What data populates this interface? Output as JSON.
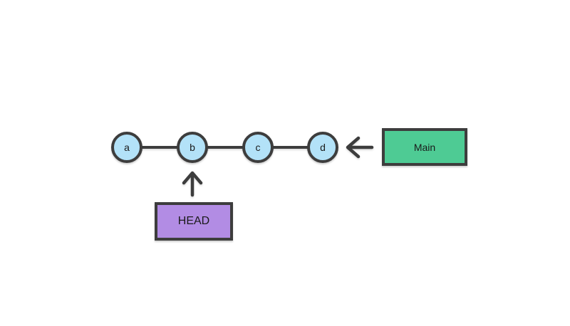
{
  "diagram": {
    "type": "git-commit-graph",
    "background": "#ffffff",
    "nodes": [
      {
        "id": "a",
        "label": "a"
      },
      {
        "id": "b",
        "label": "b"
      },
      {
        "id": "c",
        "label": "c"
      },
      {
        "id": "d",
        "label": "d"
      }
    ],
    "edges": [
      {
        "from": "a",
        "to": "b"
      },
      {
        "from": "b",
        "to": "c"
      },
      {
        "from": "c",
        "to": "d"
      }
    ],
    "pointers": [
      {
        "label": "Main",
        "points_to": "d",
        "direction": "left-arrow",
        "fill": "#4ecb94"
      },
      {
        "label": "HEAD",
        "points_to": "b",
        "direction": "up-arrow",
        "fill": "#b28ce4"
      }
    ],
    "colors": {
      "node_fill": "#b3e2f8",
      "stroke": "#3d3d3d",
      "main_box_fill": "#4ecb94",
      "head_box_fill": "#b28ce4",
      "text": "#1a1a1a",
      "background": "#ffffff"
    }
  }
}
